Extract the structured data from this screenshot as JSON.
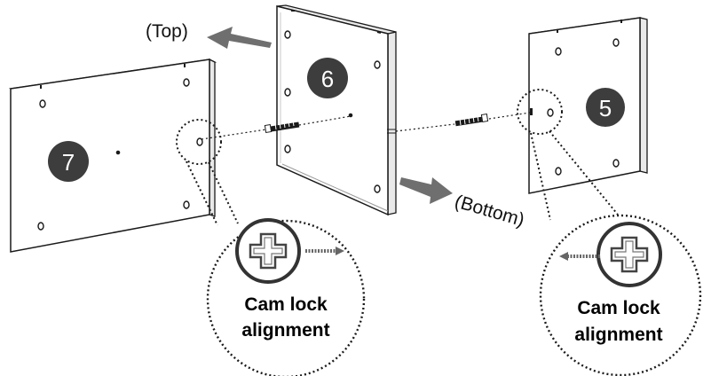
{
  "labels": {
    "top": "(Top)",
    "bottom": "(Bottom)"
  },
  "panels": {
    "left": {
      "number": "7"
    },
    "center": {
      "number": "6"
    },
    "right": {
      "number": "5"
    }
  },
  "callouts": {
    "left": {
      "line1": "Cam lock",
      "line2": "alignment"
    },
    "right": {
      "line1": "Cam lock",
      "line2": "alignment"
    }
  },
  "colors": {
    "badge": "#3d3d3d",
    "arrow": "#6f6f6f",
    "panel_fill": "#ffffff",
    "panel_edge": "#e9e9e9",
    "line": "#1a1a1a"
  }
}
